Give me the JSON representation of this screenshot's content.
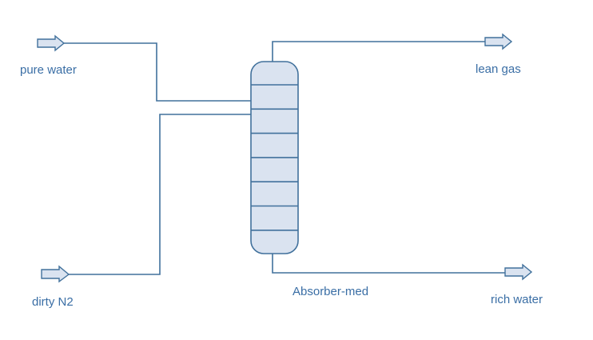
{
  "streams": {
    "pure_water": "pure water",
    "dirty_n2": "dirty N2",
    "lean_gas": "lean gas",
    "rich_water": "rich water"
  },
  "unit": {
    "name": "Absorber-med",
    "tray_count": 7
  },
  "colors": {
    "line": "#41719c",
    "fill": "#dae3f0",
    "label": "#3a6ea5"
  }
}
